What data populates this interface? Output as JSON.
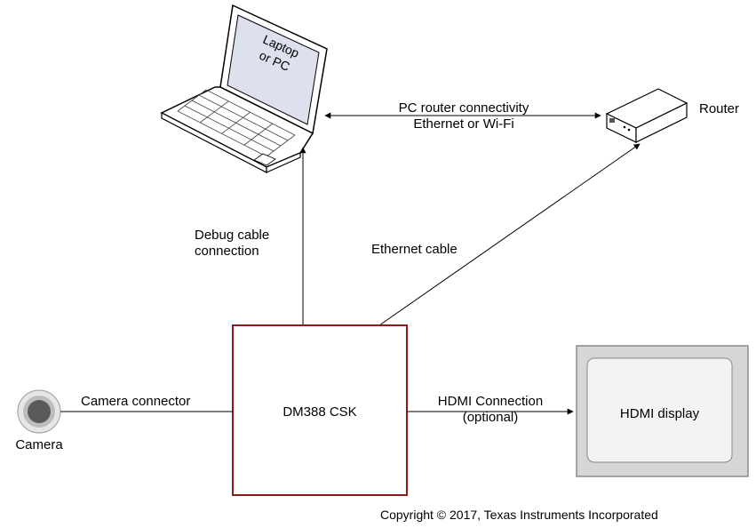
{
  "laptop": {
    "line1": "Laptop",
    "line2": "or PC"
  },
  "router": {
    "label": "Router"
  },
  "pc_router_link": {
    "line1": "PC router connectivity",
    "line2": "Ethernet or Wi-Fi"
  },
  "debug_link": {
    "line1": "Debug cable",
    "line2": "connection"
  },
  "ethernet_link": {
    "label": "Ethernet cable"
  },
  "board": {
    "label": "DM388 CSK"
  },
  "camera": {
    "label": "Camera"
  },
  "camera_link": {
    "label": "Camera connector"
  },
  "hdmi_link": {
    "line1": "HDMI Connection",
    "line2": "(optional)"
  },
  "hdmi_display": {
    "label": "HDMI display"
  },
  "copyright": "Copyright © 2017, Texas Instruments Incorporated"
}
